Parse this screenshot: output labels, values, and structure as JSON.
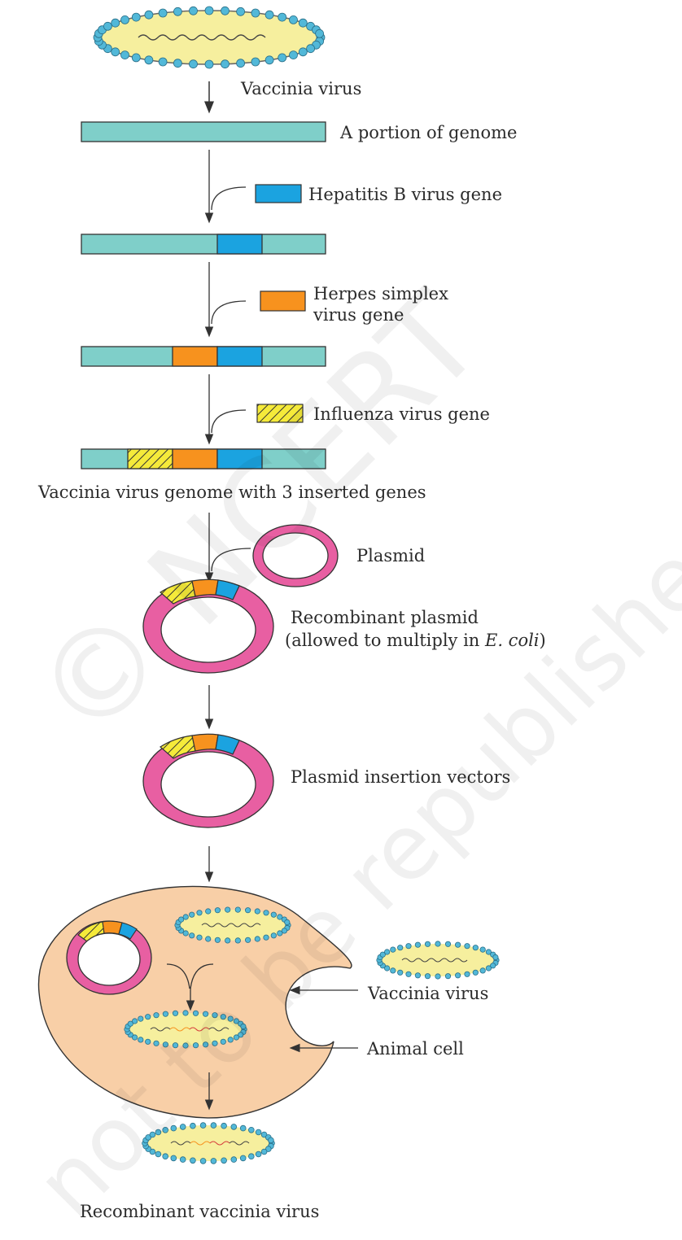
{
  "labels": {
    "vaccinia_top": "Vaccinia virus",
    "genome_portion": "A portion of genome",
    "hepb_gene": "Hepatitis B virus gene",
    "herpes_gene_l1": "Herpes simplex",
    "herpes_gene_l2": "virus gene",
    "influenza_gene": "Influenza virus gene",
    "genome_inserted": "Vaccinia virus genome with 3 inserted genes",
    "plasmid": "Plasmid",
    "recombinant_plasmid_l1": "Recombinant plasmid",
    "recombinant_plasmid_l2_pre": "(allowed to multiply in ",
    "recombinant_plasmid_l2_italic": "E. coli",
    "recombinant_plasmid_l2_post": ")",
    "insertion_vectors": "Plasmid insertion vectors",
    "vaccinia_side": "Vaccinia virus",
    "animal_cell": "Animal cell",
    "recombinant_virus": "Recombinant vaccinia virus"
  },
  "watermark": {
    "line1": "© NCERT",
    "line2": "not to be republished"
  },
  "colors": {
    "genome": "#7fcfc9",
    "hepatitis_b": "#1ba3e0",
    "herpes": "#f7921e",
    "influenza": "#f5ea3a",
    "plasmid": "#e85fa2",
    "virus_body": "#f6ef9e",
    "virus_capsomere": "#52b8d8",
    "cell": "#f8cfa7",
    "arrow": "#333333"
  }
}
